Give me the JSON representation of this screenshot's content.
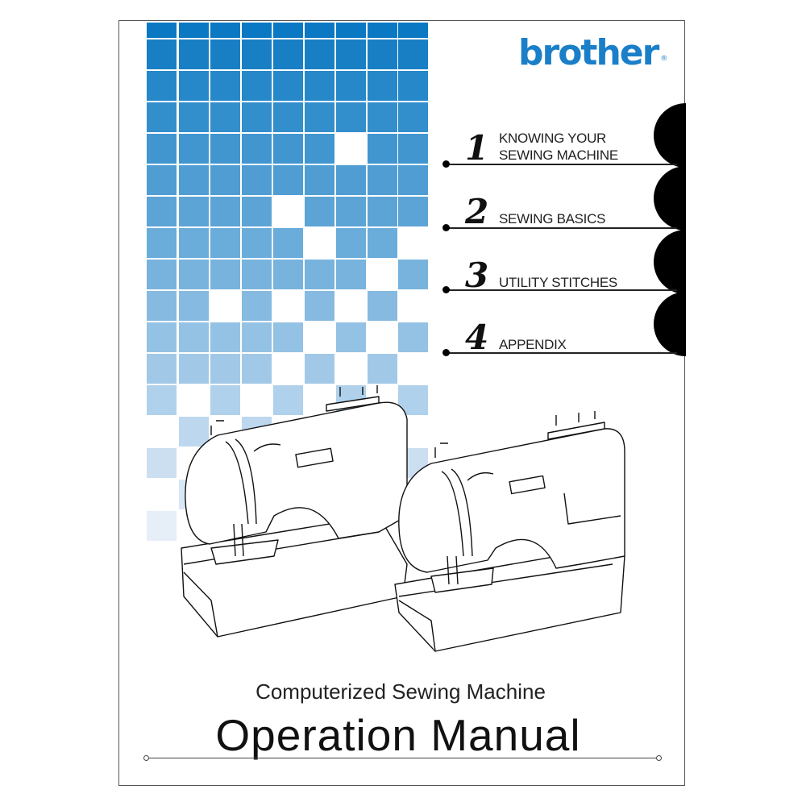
{
  "brand": {
    "name": "brother",
    "registered": "®",
    "color": "#1a7fc8"
  },
  "sections": [
    {
      "number": "1",
      "label_lines": [
        "KNOWING YOUR",
        "SEWING MACHINE"
      ]
    },
    {
      "number": "2",
      "label_lines": [
        "SEWING BASICS"
      ]
    },
    {
      "number": "3",
      "label_lines": [
        "UTILITY STITCHES"
      ]
    },
    {
      "number": "4",
      "label_lines": [
        "APPENDIX"
      ]
    }
  ],
  "subtitle": "Computerized Sewing Machine",
  "title": "Operation Manual",
  "colors": {
    "grid_top": "#0a78c2",
    "grid_bottom": "#e6eef8",
    "tab": "#000000"
  }
}
